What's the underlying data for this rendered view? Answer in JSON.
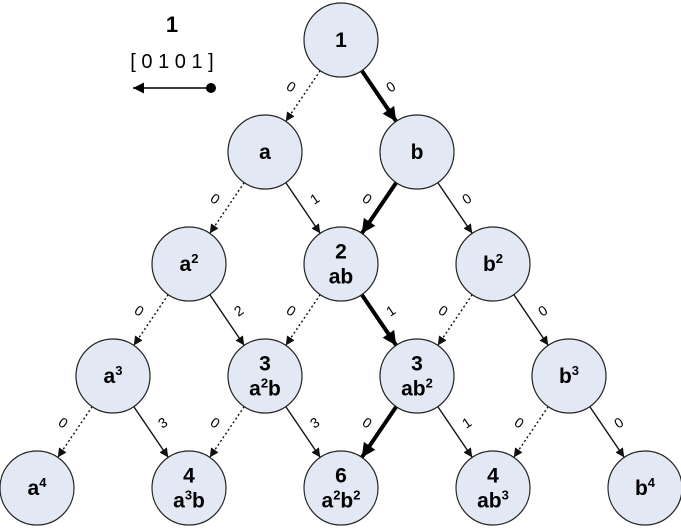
{
  "legend": {
    "count": "1",
    "vector": "[ 0 1 0 1 ]"
  },
  "nodes": [
    {
      "id": "n00",
      "row": 0,
      "col": 0,
      "lines": [
        [
          {
            "t": "1"
          }
        ]
      ]
    },
    {
      "id": "n10",
      "row": 1,
      "col": 0,
      "lines": [
        [
          {
            "t": "a"
          }
        ]
      ]
    },
    {
      "id": "n11",
      "row": 1,
      "col": 1,
      "lines": [
        [
          {
            "t": "b"
          }
        ]
      ]
    },
    {
      "id": "n20",
      "row": 2,
      "col": 0,
      "lines": [
        [
          {
            "t": "a"
          },
          {
            "s": "2"
          }
        ]
      ]
    },
    {
      "id": "n21",
      "row": 2,
      "col": 1,
      "lines": [
        [
          {
            "t": "2"
          }
        ],
        [
          {
            "t": "ab"
          }
        ]
      ]
    },
    {
      "id": "n22",
      "row": 2,
      "col": 2,
      "lines": [
        [
          {
            "t": "b"
          },
          {
            "s": "2"
          }
        ]
      ]
    },
    {
      "id": "n30",
      "row": 3,
      "col": 0,
      "lines": [
        [
          {
            "t": "a"
          },
          {
            "s": "3"
          }
        ]
      ]
    },
    {
      "id": "n31",
      "row": 3,
      "col": 1,
      "lines": [
        [
          {
            "t": "3"
          }
        ],
        [
          {
            "t": "a"
          },
          {
            "s": "2"
          },
          {
            "t": "b"
          }
        ]
      ]
    },
    {
      "id": "n32",
      "row": 3,
      "col": 2,
      "lines": [
        [
          {
            "t": "3"
          }
        ],
        [
          {
            "t": "ab"
          },
          {
            "s": "2"
          }
        ]
      ]
    },
    {
      "id": "n33",
      "row": 3,
      "col": 3,
      "lines": [
        [
          {
            "t": "b"
          },
          {
            "s": "3"
          }
        ]
      ]
    },
    {
      "id": "n40",
      "row": 4,
      "col": 0,
      "lines": [
        [
          {
            "t": "a"
          },
          {
            "s": "4"
          }
        ]
      ]
    },
    {
      "id": "n41",
      "row": 4,
      "col": 1,
      "lines": [
        [
          {
            "t": "4"
          }
        ],
        [
          {
            "t": "a"
          },
          {
            "s": "3"
          },
          {
            "t": "b"
          }
        ]
      ]
    },
    {
      "id": "n42",
      "row": 4,
      "col": 2,
      "lines": [
        [
          {
            "t": "6"
          }
        ],
        [
          {
            "t": "a"
          },
          {
            "s": "2"
          },
          {
            "t": "b"
          },
          {
            "s": "2"
          }
        ]
      ]
    },
    {
      "id": "n43",
      "row": 4,
      "col": 3,
      "lines": [
        [
          {
            "t": "4"
          }
        ],
        [
          {
            "t": "ab"
          },
          {
            "s": "3"
          }
        ]
      ]
    },
    {
      "id": "n44",
      "row": 4,
      "col": 4,
      "lines": [
        [
          {
            "t": "b"
          },
          {
            "s": "4"
          }
        ]
      ]
    }
  ],
  "edges": [
    {
      "from": "n00",
      "to": "n10",
      "dir": "left",
      "style": "dashed",
      "label": "0"
    },
    {
      "from": "n00",
      "to": "n11",
      "dir": "right",
      "style": "bold",
      "label": "0"
    },
    {
      "from": "n10",
      "to": "n20",
      "dir": "left",
      "style": "dashed",
      "label": "0"
    },
    {
      "from": "n10",
      "to": "n21",
      "dir": "right",
      "style": "solid",
      "label": "1"
    },
    {
      "from": "n11",
      "to": "n21",
      "dir": "left",
      "style": "bold",
      "label": "0"
    },
    {
      "from": "n11",
      "to": "n22",
      "dir": "right",
      "style": "solid",
      "label": "0"
    },
    {
      "from": "n20",
      "to": "n30",
      "dir": "left",
      "style": "dashed",
      "label": "0"
    },
    {
      "from": "n20",
      "to": "n31",
      "dir": "right",
      "style": "solid",
      "label": "2"
    },
    {
      "from": "n21",
      "to": "n31",
      "dir": "left",
      "style": "dashed",
      "label": "0"
    },
    {
      "from": "n21",
      "to": "n32",
      "dir": "right",
      "style": "bold",
      "label": "1"
    },
    {
      "from": "n22",
      "to": "n32",
      "dir": "left",
      "style": "dashed",
      "label": "0"
    },
    {
      "from": "n22",
      "to": "n33",
      "dir": "right",
      "style": "solid",
      "label": "0"
    },
    {
      "from": "n30",
      "to": "n40",
      "dir": "left",
      "style": "dashed",
      "label": "0"
    },
    {
      "from": "n30",
      "to": "n41",
      "dir": "right",
      "style": "solid",
      "label": "3"
    },
    {
      "from": "n31",
      "to": "n41",
      "dir": "left",
      "style": "dashed",
      "label": "0"
    },
    {
      "from": "n31",
      "to": "n42",
      "dir": "right",
      "style": "solid",
      "label": "3"
    },
    {
      "from": "n32",
      "to": "n42",
      "dir": "left",
      "style": "bold",
      "label": "0"
    },
    {
      "from": "n32",
      "to": "n43",
      "dir": "right",
      "style": "solid",
      "label": "1"
    },
    {
      "from": "n33",
      "to": "n43",
      "dir": "left",
      "style": "dashed",
      "label": "0"
    },
    {
      "from": "n33",
      "to": "n44",
      "dir": "right",
      "style": "solid",
      "label": "0"
    }
  ],
  "colors": {
    "node_fill": "#e3e9f4",
    "node_stroke": "#222222",
    "edge": "#111111"
  }
}
